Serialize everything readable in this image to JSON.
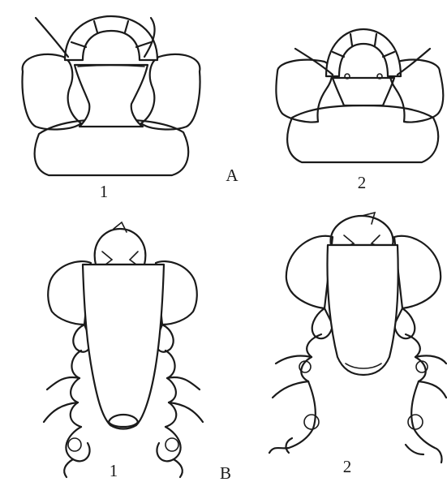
{
  "figure": {
    "group_a_label": "A",
    "group_b_label": "B",
    "a_panel_1_number": "1",
    "a_panel_2_number": "2",
    "b_panel_1_number": "1",
    "b_panel_2_number": "2"
  },
  "colors": {
    "ink": "#1a1a1a",
    "stipple_fill": "#c9c9c9",
    "background": "#ffffff"
  }
}
